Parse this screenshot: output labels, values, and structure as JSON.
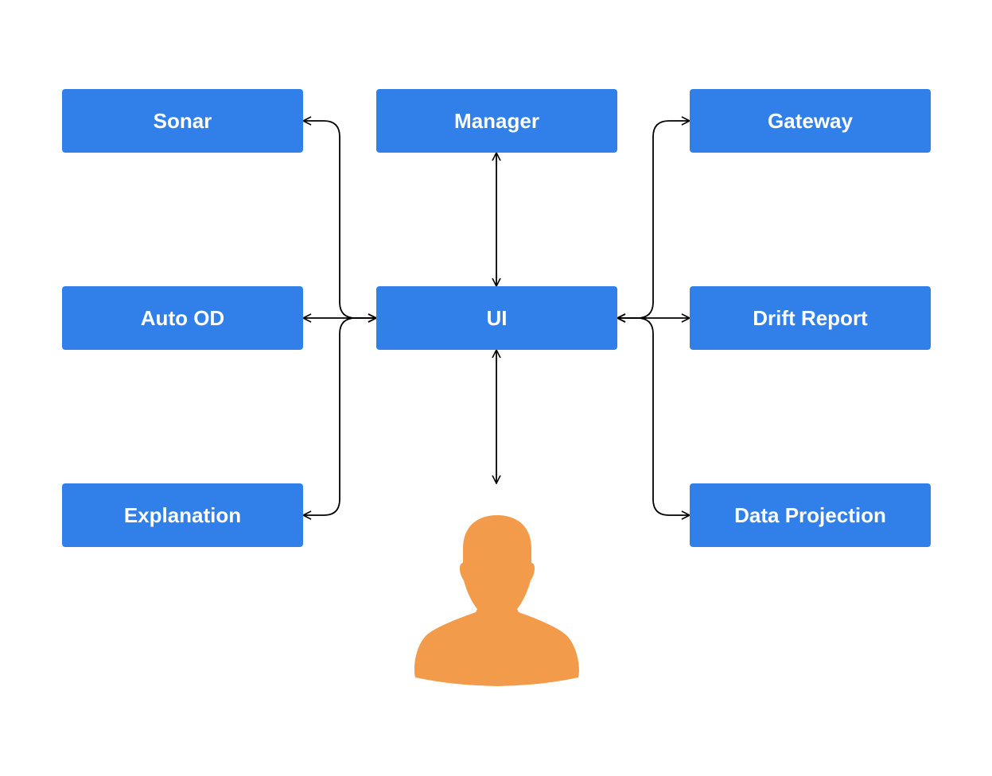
{
  "nodes": {
    "sonar": "Sonar",
    "manager": "Manager",
    "gateway": "Gateway",
    "auto_od": "Auto OD",
    "ui": "UI",
    "drift_report": "Drift Report",
    "explanation": "Explanation",
    "data_projection": "Data Projection"
  },
  "colors": {
    "node_fill": "#3180ea",
    "node_text": "#ffffff",
    "connector": "#000000",
    "user_fill": "#f29b4a"
  },
  "icons": {
    "user": "user-silhouette-icon"
  }
}
